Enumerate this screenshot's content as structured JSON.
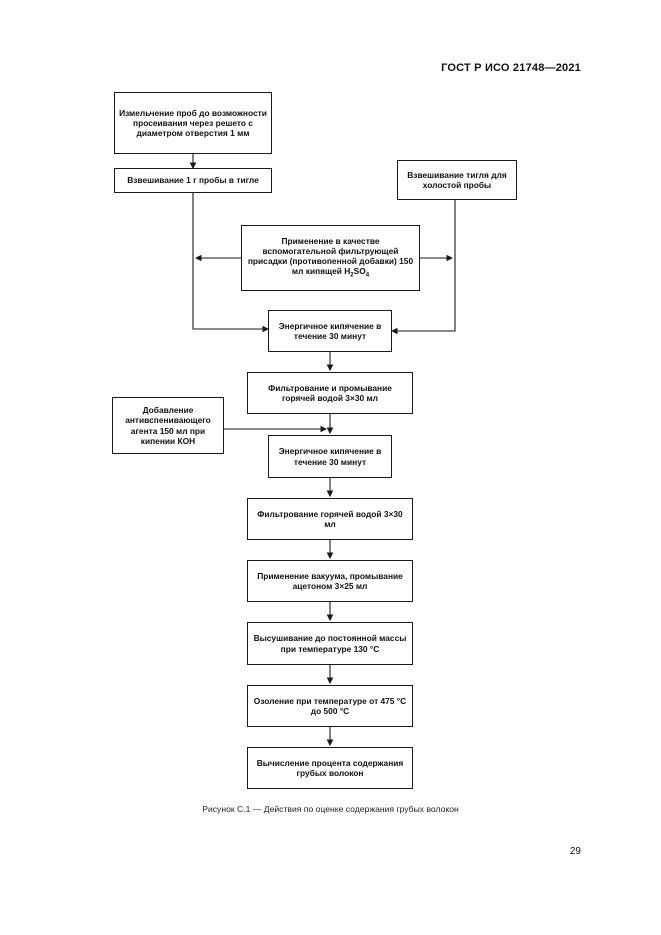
{
  "header": {
    "standard": "ГОСТ Р ИСО 21748—2021"
  },
  "flowchart": {
    "grind": "Измельчение проб до возможности просеивания через решето с диаметром отверстия 1 мм",
    "weigh_sample": "Взвешивание 1 г пробы в тигле",
    "weigh_blank": "Взвешивание тигля для холостой пробы",
    "filter_aid_pre": "Применение в качестве вспомогательной фильтрующей присадки (противопенной добавки) 150 мл кипящей H",
    "filter_aid_sub": "2",
    "filter_aid_mid": "SO",
    "filter_aid_sub2": "4",
    "boil1": "Энергичное кипячение в течение 30 минут",
    "filter_wash1": "Фильтрование и промывание горячей водой 3×30 мл",
    "antifoam": "Добавление антивспенивающего агента 150 мл при кипении КОН",
    "boil2": "Энергичное кипячение в течение 30 минут",
    "filter_wash2": "Фильтрование горячей водой 3×30 мл",
    "vacuum": "Применение вакуума, промывание ацетоном 3×25 мл",
    "dry": "Высушивание до постоянной массы при температуре 130 °С",
    "ash": "Озоление при температуре от 475 °С до 500 °С",
    "calc": "Вычисление процента содержания грубых волокон"
  },
  "caption": "Рисунок С.1 — Действия по оценке содержания грубых волокон",
  "page_number": "29"
}
